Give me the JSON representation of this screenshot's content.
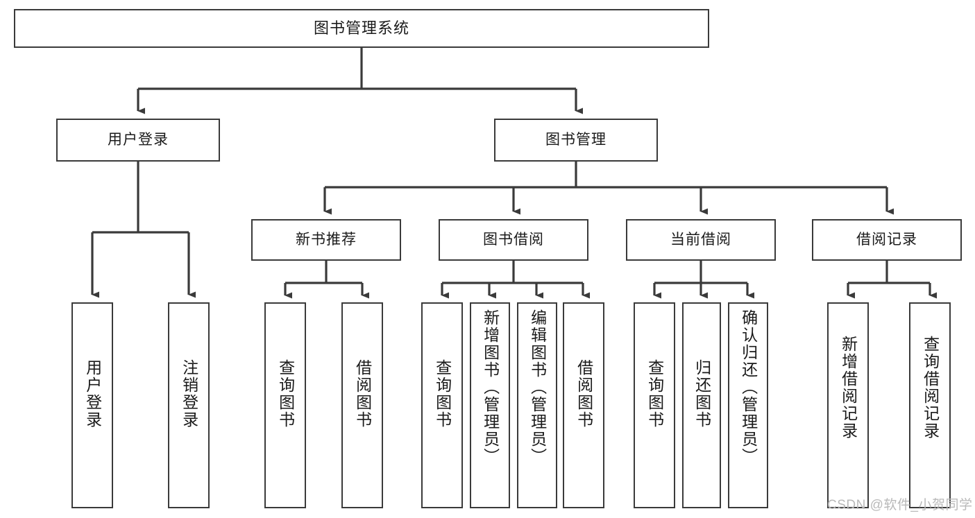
{
  "diagram": {
    "title": "图书管理系统",
    "type": "tree-hierarchy-diagram",
    "colors": {
      "border": "#3a3a3a",
      "background": "#ffffff",
      "text": "#1a1a1a",
      "watermark": "#b9b9b9"
    },
    "root": {
      "label": "图书管理系统"
    },
    "level1": [
      {
        "label": "用户登录"
      },
      {
        "label": "图书管理"
      }
    ],
    "level2": [
      {
        "label": "新书推荐"
      },
      {
        "label": "图书借阅"
      },
      {
        "label": "当前借阅"
      },
      {
        "label": "借阅记录"
      }
    ],
    "leaves": {
      "user_login": [
        {
          "label": "用户登录"
        },
        {
          "label": "注销登录"
        }
      ],
      "new_book": [
        {
          "label": "查询图书"
        },
        {
          "label": "借阅图书"
        }
      ],
      "borrow_book": [
        {
          "label": "查询图书"
        },
        {
          "label": "新增图书（管理员）"
        },
        {
          "label": "编辑图书（管理员）"
        },
        {
          "label": "借阅图书"
        }
      ],
      "current_borrow": [
        {
          "label": "查询图书"
        },
        {
          "label": "归还图书"
        },
        {
          "label": "确认归还（管理员）"
        }
      ],
      "borrow_record": [
        {
          "label": "新增借阅记录"
        },
        {
          "label": "查询借阅记录"
        }
      ]
    }
  },
  "watermark": {
    "text": "CSDN @软件_小贺同学"
  }
}
